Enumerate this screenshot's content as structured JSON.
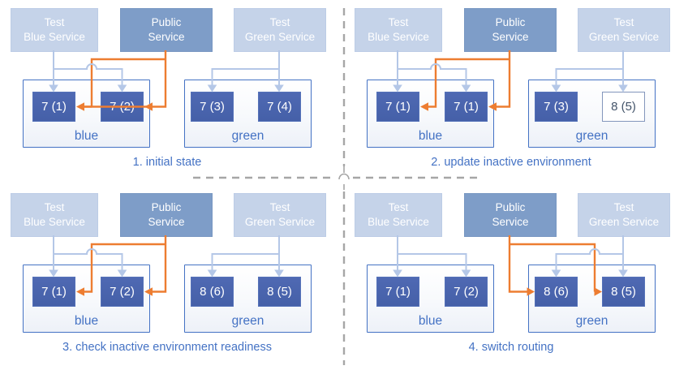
{
  "colors": {
    "accent_blue": "#4472C4",
    "node_fill": "#4A64AE",
    "service_light": "#C5D3E9",
    "service_medium": "#7E9DC8",
    "connector_blue": "#B4C7E7",
    "connector_orange": "#ED7D31",
    "separator_gray": "#A6A6A6",
    "outline_node_text": "#44546A"
  },
  "panels": [
    {
      "caption": "1. initial state",
      "public_routes_to": "blue",
      "services": {
        "test_blue": "Test\nBlue Service",
        "public": "Public\nService",
        "test_green": "Test\nGreen Service"
      },
      "environments": {
        "blue": {
          "label": "blue",
          "nodes": [
            {
              "label": "7 (1)",
              "style": "solid"
            },
            {
              "label": "7 (2)",
              "style": "solid"
            }
          ]
        },
        "green": {
          "label": "green",
          "nodes": [
            {
              "label": "7 (3)",
              "style": "solid"
            },
            {
              "label": "7 (4)",
              "style": "solid"
            }
          ]
        }
      }
    },
    {
      "caption": "2. update inactive environment",
      "public_routes_to": "blue",
      "services": {
        "test_blue": "Test\nBlue Service",
        "public": "Public\nService",
        "test_green": "Test\nGreen Service"
      },
      "environments": {
        "blue": {
          "label": "blue",
          "nodes": [
            {
              "label": "7 (1)",
              "style": "solid"
            },
            {
              "label": "7 (1)",
              "style": "solid"
            }
          ]
        },
        "green": {
          "label": "green",
          "nodes": [
            {
              "label": "7 (3)",
              "style": "solid"
            },
            {
              "label": "8 (5)",
              "style": "outline"
            }
          ]
        }
      }
    },
    {
      "caption": "3. check inactive environment readiness",
      "public_routes_to": "blue",
      "services": {
        "test_blue": "Test\nBlue Service",
        "public": "Public\nService",
        "test_green": "Test\nGreen Service"
      },
      "environments": {
        "blue": {
          "label": "blue",
          "nodes": [
            {
              "label": "7 (1)",
              "style": "solid"
            },
            {
              "label": "7 (2)",
              "style": "solid"
            }
          ]
        },
        "green": {
          "label": "green",
          "nodes": [
            {
              "label": "8 (6)",
              "style": "solid"
            },
            {
              "label": "8 (5)",
              "style": "solid"
            }
          ]
        }
      }
    },
    {
      "caption": "4. switch routing",
      "public_routes_to": "green",
      "services": {
        "test_blue": "Test\nBlue Service",
        "public": "Public\nService",
        "test_green": "Test\nGreen Service"
      },
      "environments": {
        "blue": {
          "label": "blue",
          "nodes": [
            {
              "label": "7 (1)",
              "style": "solid"
            },
            {
              "label": "7 (2)",
              "style": "solid"
            }
          ]
        },
        "green": {
          "label": "green",
          "nodes": [
            {
              "label": "8 (6)",
              "style": "solid"
            },
            {
              "label": "8 (5)",
              "style": "solid"
            }
          ]
        }
      }
    }
  ]
}
